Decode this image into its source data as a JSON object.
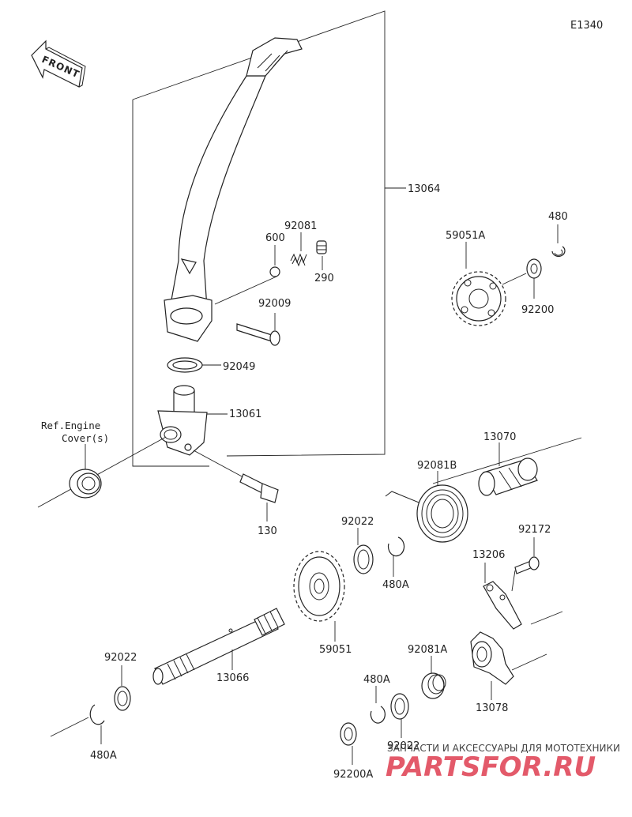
{
  "diagram_code": "E1340",
  "front_label": "FRONT",
  "ref_note": {
    "line1": "Ref.Engine",
    "line2": "Cover(s)"
  },
  "parts": {
    "p13064": "13064",
    "p92081": "92081",
    "p600": "600",
    "p290": "290",
    "p92009": "92009",
    "p92049": "92049",
    "p13061": "13061",
    "p130": "130",
    "p59051A": "59051A",
    "p480": "480",
    "p92200": "92200",
    "p13070": "13070",
    "p92081B": "92081B",
    "p92022_top": "92022",
    "p480A_top": "480A",
    "p92172": "92172",
    "p13206": "13206",
    "p59051": "59051",
    "p92022_left": "92022",
    "p13066": "13066",
    "p480A_left": "480A",
    "p92081A": "92081A",
    "p480A_mid": "480A",
    "p13078": "13078",
    "p92022_mid": "92022",
    "p92200A": "92200A"
  },
  "watermark": {
    "top_text": "ЗАПЧАСТИ И АКСЕССУАРЫ ДЛЯ МОТОТЕХНИКИ",
    "brand": "PARTSFOR.RU"
  }
}
